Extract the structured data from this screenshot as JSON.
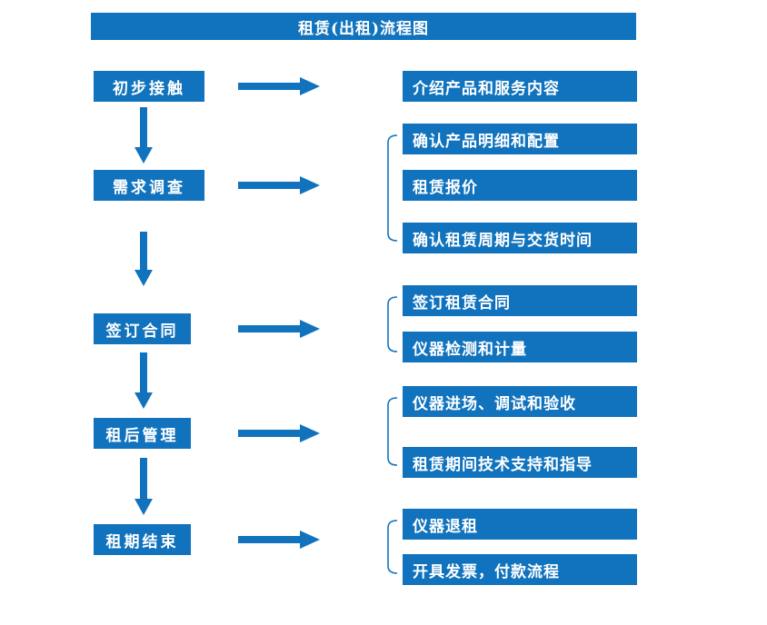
{
  "title": "租赁(出租)流程图",
  "colors": {
    "primary": "#1173bd",
    "text_on_primary": "#ffffff",
    "background": "#ffffff"
  },
  "stages": [
    {
      "label": "初步接触",
      "outputs": [
        "介绍产品和服务内容"
      ]
    },
    {
      "label": "需求调查",
      "outputs": [
        "确认产品明细和配置",
        "租赁报价",
        "确认租赁周期与交货时间"
      ]
    },
    {
      "label": "签订合同",
      "outputs": [
        "签订租赁合同",
        "仪器检测和计量"
      ]
    },
    {
      "label": "租后管理",
      "outputs": [
        "仪器进场、调试和验收",
        "租赁期间技术支持和指导"
      ]
    },
    {
      "label": "租期结束",
      "outputs": [
        "仪器退租",
        "开具发票，付款流程"
      ]
    }
  ]
}
